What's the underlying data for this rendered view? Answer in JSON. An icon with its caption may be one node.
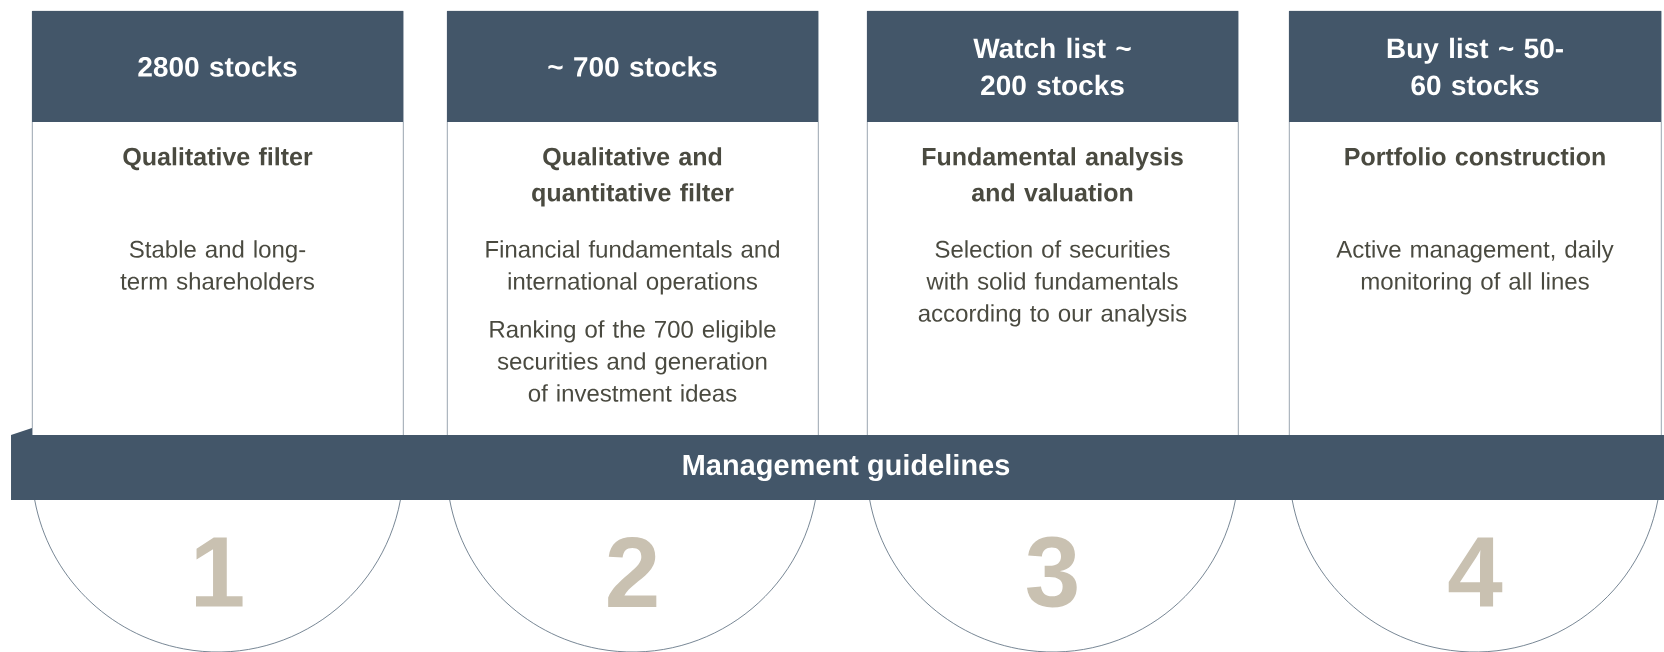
{
  "diagram": {
    "nodes": [
      {
        "text": [
          "2800 stocks",
          "Qualitative filter",
          "Stable and long-term shareholders"
        ]
      },
      {
        "text": [
          "~ 700 stocks",
          "Qualitative and quantitative filter",
          "Financial fundamentals and international operations",
          "Ranking of the 700 eligible securities and generation of investment ideas"
        ]
      },
      {
        "text": [
          "Watch list ~ 200 stocks",
          "Fundamental analysis and valuation",
          "Selection of securities with solid fundamentals according to our analysis"
        ]
      },
      {
        "text": [
          "Buy list ~ 50-60 stocks",
          "Portfolio construction",
          "Active management, daily monitoring of all lines"
        ]
      },
      {
        "text": [
          "Management guidelines"
        ]
      },
      {
        "text": [
          "1"
        ]
      },
      {
        "text": [
          "2"
        ]
      },
      {
        "text": [
          "3"
        ]
      },
      {
        "text": [
          "4"
        ]
      }
    ]
  }
}
